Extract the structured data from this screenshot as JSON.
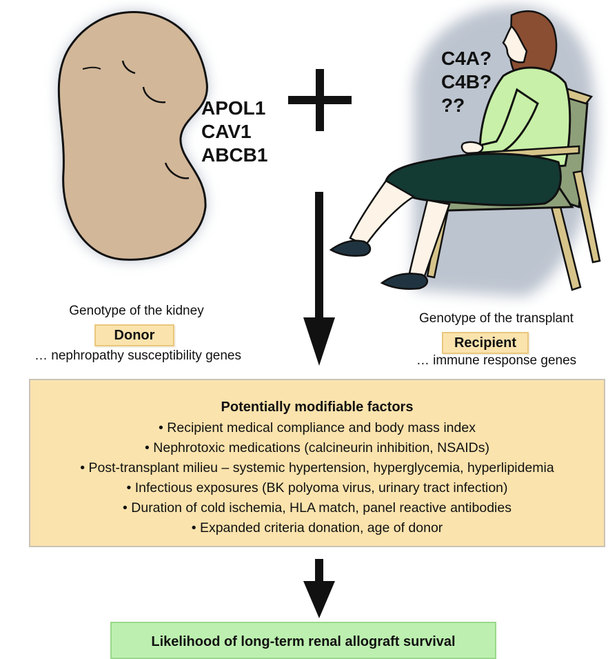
{
  "donor": {
    "genes": [
      "APOL1",
      "CAV1",
      "ABCB1"
    ],
    "caption": "Genotype of the kidney",
    "tag": "Donor",
    "subcaption": "… nephropathy susceptibility genes"
  },
  "recipient": {
    "genes": [
      "C4A?",
      "C4B?",
      "??"
    ],
    "caption": "Genotype of the transplant",
    "tag": "Recipient",
    "subcaption": "… immune response genes"
  },
  "factors": {
    "title": "Potentially modifiable factors",
    "items": [
      "• Recipient medical compliance and body mass index",
      "• Nephrotoxic medications (calcineurin inhibition, NSAIDs)",
      "• Post-transplant milieu – systemic hypertension, hyperglycemia, hyperlipidemia",
      "• Infectious exposures (BK polyoma virus, urinary tract infection)",
      "• Duration of cold ischemia, HLA match, panel reactive antibodies",
      "• Expanded criteria donation, age of donor"
    ]
  },
  "outcome": "Likelihood of long-term renal allograft survival",
  "colors": {
    "kidney": "#d2b799",
    "factor_box": "#fbe3ad",
    "outcome_box": "#bdf0b0",
    "sweater": "#c8f0a8",
    "skirt": "#143a34",
    "chair_wood": "#d6c48a",
    "chair_seat": "#8ea07a",
    "hair": "#8a4e32"
  }
}
